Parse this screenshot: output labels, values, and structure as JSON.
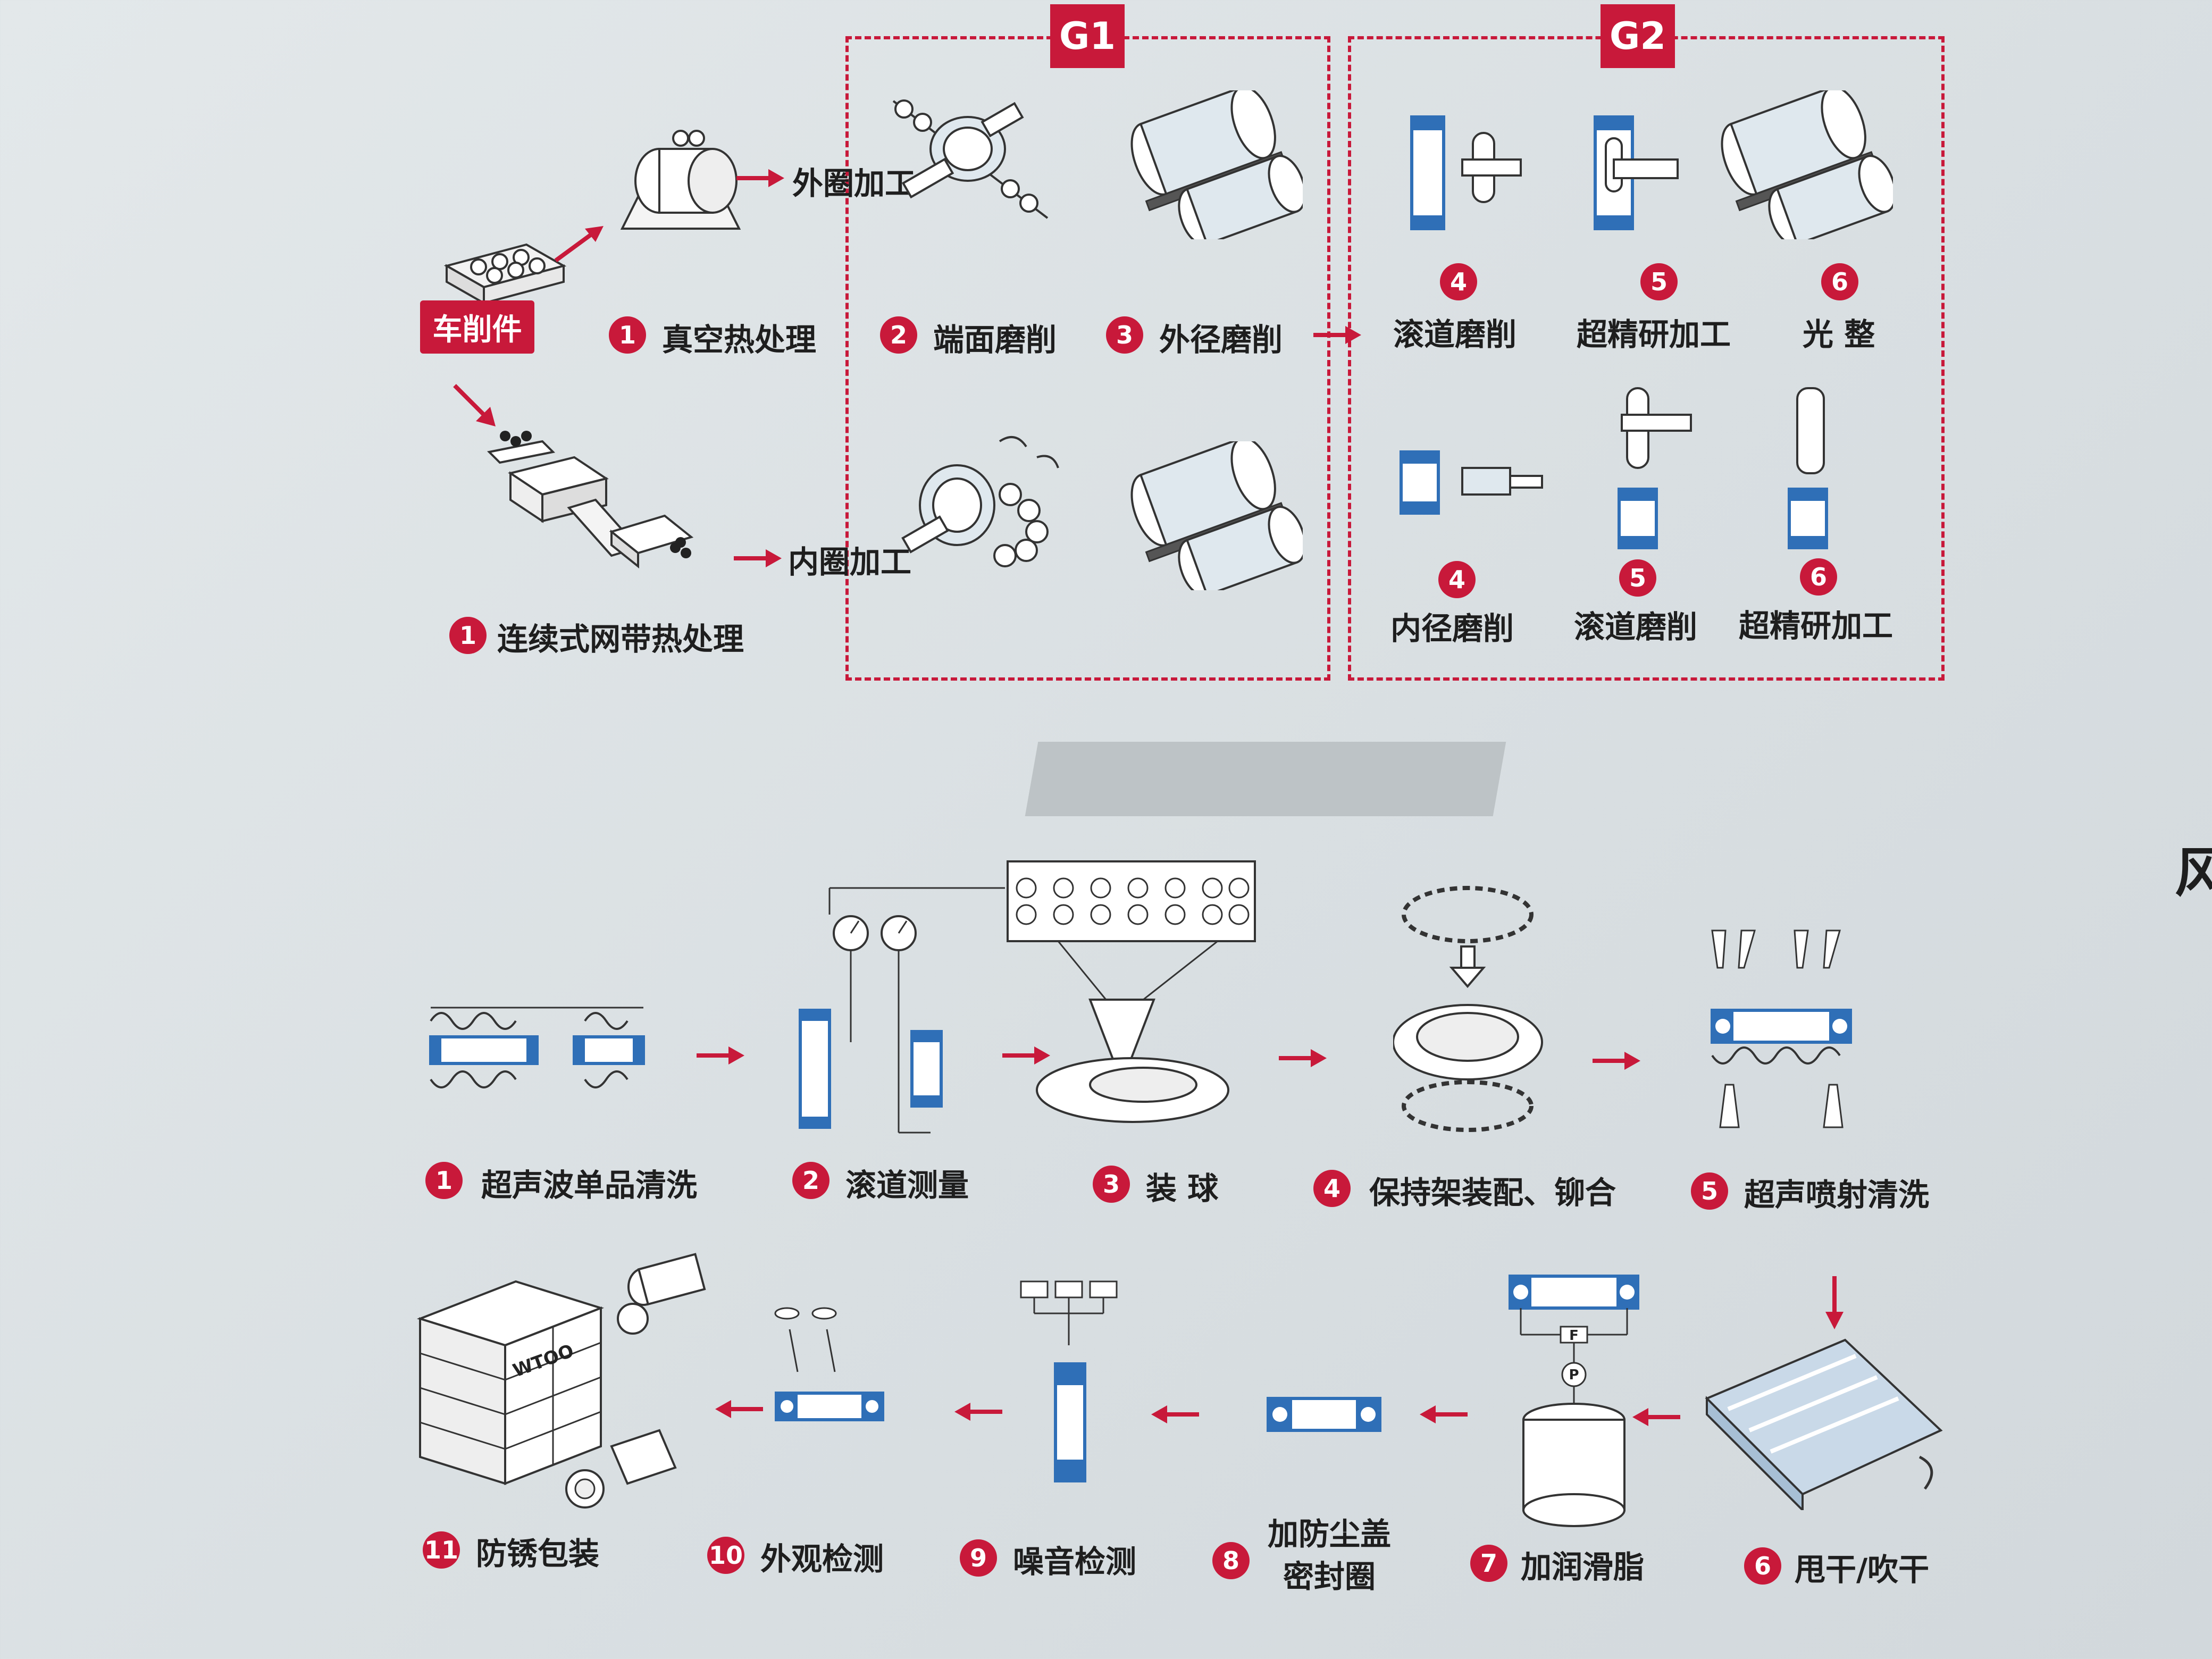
{
  "upper": {
    "raw_tag": "车削件",
    "g1": "G1",
    "g2": "G2",
    "outer_ring": "外圈加工",
    "inner_ring": "内圈加工",
    "steps_outer": [
      {
        "n": "1",
        "label": "真空热处理"
      },
      {
        "n": "2",
        "label": "端面磨削"
      },
      {
        "n": "3",
        "label": "外径磨削"
      },
      {
        "n": "4",
        "label": "滚道磨削"
      },
      {
        "n": "5",
        "label": "超精研加工"
      },
      {
        "n": "6",
        "label": "光 整"
      }
    ],
    "steps_inner": [
      {
        "n": "1",
        "label": "连续式网带热处理"
      },
      {
        "n": "4",
        "label": "内径磨削"
      },
      {
        "n": "5",
        "label": "滚道磨削"
      },
      {
        "n": "6",
        "label": "超精研加工"
      }
    ]
  },
  "lower": {
    "row1": [
      {
        "n": "1",
        "label": "超声波单品清洗"
      },
      {
        "n": "2",
        "label": "滚道测量"
      },
      {
        "n": "3",
        "label": "装 球"
      },
      {
        "n": "4",
        "label": "保持架装配、铆合"
      },
      {
        "n": "5",
        "label": "超声喷射清洗"
      }
    ],
    "row2": [
      {
        "n": "6",
        "label": "甩干/吹干"
      },
      {
        "n": "7",
        "label": "加润滑脂"
      },
      {
        "n": "8",
        "label_line1": "加防尘盖",
        "label_line2": "密封圈"
      },
      {
        "n": "9",
        "label": "噪音检测"
      },
      {
        "n": "10",
        "label": "外观检测"
      },
      {
        "n": "11",
        "label": "防锈包装"
      }
    ],
    "brand": "WTOO",
    "gauge_f": "F",
    "gauge_p": "P",
    "edge_char": "风"
  },
  "colors": {
    "accent": "#c8193a",
    "blue": "#2f6fb7"
  }
}
